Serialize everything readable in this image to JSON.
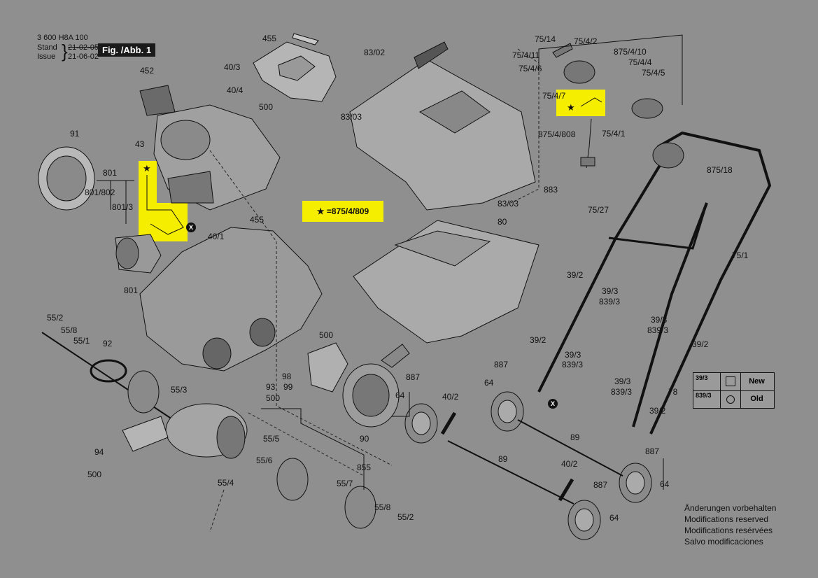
{
  "header": {
    "part_number": "3 600 H8A 100",
    "stand_label": "Stand",
    "stand_date": "21-02-05",
    "issue_label": "Issue",
    "issue_date": "21-06-02",
    "figure_label": "Fig. /Abb. 1"
  },
  "star_note": "★ =875/4/809",
  "labels": {
    "l455a": "455",
    "l452": "452",
    "l40_3": "40/3",
    "l40_4": "40/4",
    "l500a": "500",
    "l91": "91",
    "l43": "43",
    "l801a": "801",
    "l801_802": "801/802",
    "l801_3": "801/3",
    "l801b": "801",
    "l40_1": "40/1",
    "l455b": "455",
    "l83_02": "83/02",
    "l83_03a": "83/03",
    "l83_03b": "83/03",
    "l883": "883",
    "l80": "80",
    "l75_14": "75/14",
    "l75_4_2": "75/4/2",
    "l75_4_11": "75/4/11",
    "l75_4_6": "75/4/6",
    "l75_4_7": "75/4/7",
    "l875_4_10": "875/4/10",
    "l75_4_4": "75/4/4",
    "l75_4_5": "75/4/5",
    "l875_4_808": "875/4/808",
    "l75_4_1": "75/4/1",
    "l875_18": "875/18",
    "l75_27": "75/27",
    "l75_1": "75/1",
    "l39_2a": "39/2",
    "l39_3a": "39/3",
    "l839_3a": "839/3",
    "l39_3b": "39/3",
    "l839_3b": "839/3",
    "l39_2b": "39/2",
    "l39_2c": "39/2",
    "l39_3c": "39/3",
    "l839_3c": "839/3",
    "l39_3d": "39/3",
    "l839_3d": "839/3",
    "l78": "78",
    "l39_2d": "39/2",
    "l55_2a": "55/2",
    "l55_8a": "55/8",
    "l55_1": "55/1",
    "l92": "92",
    "l55_3": "55/3",
    "l94": "94",
    "l500b": "500",
    "l55_5": "55/5",
    "l55_6": "55/6",
    "l55_4": "55/4",
    "l855": "855",
    "l55_7": "55/7",
    "l55_8b": "55/8",
    "l55_2b": "55/2",
    "l500c": "500",
    "l98": "98",
    "l99": "99",
    "l93": "93",
    "l500d": "500",
    "l90": "90",
    "l887a": "887",
    "l64a": "64",
    "l40_2a": "40/2",
    "l887b": "887",
    "l64b": "64",
    "l89a": "89",
    "l89b": "89",
    "l40_2b": "40/2",
    "l887c": "887",
    "l64c": "64",
    "l887d": "887",
    "l64d": "64"
  },
  "legend": {
    "row1_codes": "39/3",
    "row1_label": "New",
    "row2_codes": "839/3",
    "row2_label": "Old"
  },
  "notes": [
    "Änderungen vorbehalten",
    "Modifications reserved",
    "Modifications resérvées",
    "Salvo modificaciones"
  ],
  "colors": {
    "background": "#8f8f8f",
    "highlight": "#f5ee00",
    "ink": "#111111"
  }
}
